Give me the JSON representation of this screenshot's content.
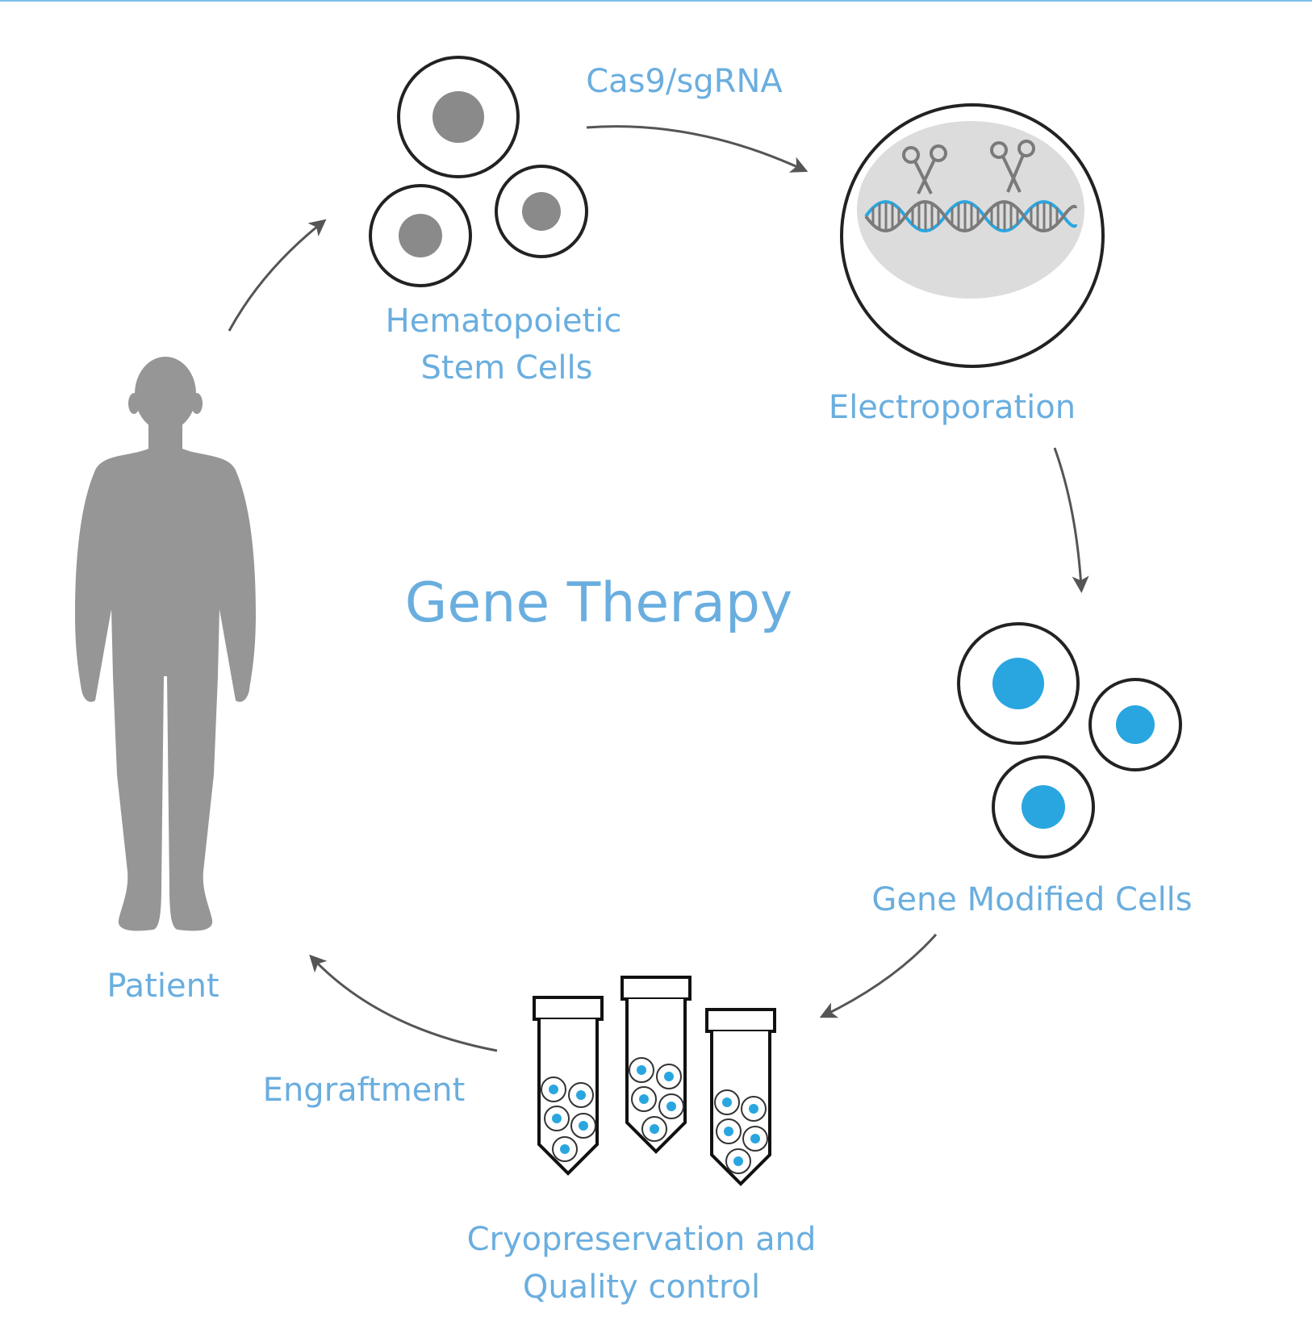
{
  "title": "Gene Therapy",
  "steps": {
    "hsc": {
      "label_line1": "Hematopoietic",
      "label_line2": "Stem Cells"
    },
    "cas9": {
      "label": "Cas9/sgRNA"
    },
    "electroporation": {
      "label": "Electroporation"
    },
    "modified": {
      "label": "Gene Modified Cells"
    },
    "cryo": {
      "label_line1": "Cryopreservation and",
      "label_line2": "Quality control"
    },
    "engraftment": {
      "label": "Engraftment"
    },
    "patient": {
      "label": "Patient"
    }
  },
  "colors": {
    "label_text": "#6aaedf",
    "grey": "#8a8a8a",
    "blue_nucleus": "#29a6e0",
    "outline": "#222222",
    "arrow": "#555555",
    "top_border": "#7cc0ea"
  },
  "icons": {
    "patient": "person-silhouette-icon",
    "cut": "scissors-icon",
    "dna": "dna-helix-icon",
    "tube": "test-tube-icon",
    "cell": "cell-icon"
  }
}
